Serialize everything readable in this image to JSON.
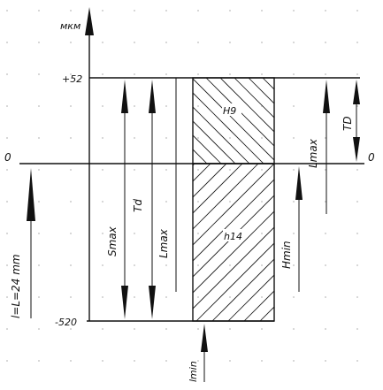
{
  "axis": {
    "unit": "мкм",
    "zero_left": "0",
    "zero_right": "0",
    "top_value": "+52",
    "bottom_value": "-520"
  },
  "labels": {
    "hole_field": "H9",
    "shaft_field": "h14",
    "smax": "Smax",
    "td": "Td",
    "lmax_left": "Lmax",
    "lmax_right": "Lmax",
    "hmin": "Hmin",
    "td_right": "TD",
    "lmin": "lmin",
    "length": "l=L=24 mm"
  }
}
